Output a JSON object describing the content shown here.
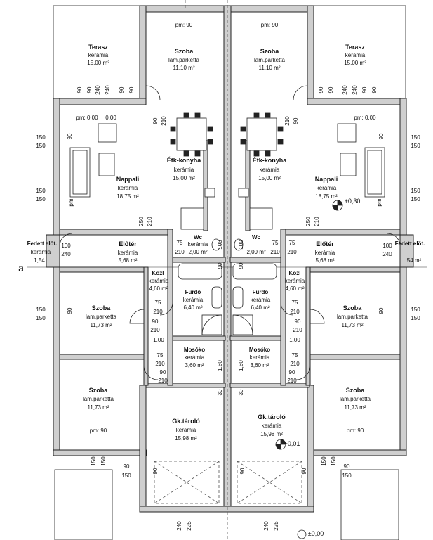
{
  "rooms": [
    {
      "id": "terasz-l",
      "name": "Terasz",
      "floor": "kerámia",
      "area": "15,00 m²"
    },
    {
      "id": "szoba-top-l",
      "name": "Szoba",
      "floor": "lam.parketta",
      "area": "11,10 m²"
    },
    {
      "id": "szoba-top-r",
      "name": "Szoba",
      "floor": "lam.parketta",
      "area": "11,10 m²"
    },
    {
      "id": "terasz-r",
      "name": "Terasz",
      "floor": "kerámia",
      "area": "15,00 m²"
    },
    {
      "id": "etk-l",
      "name": "Étk-konyha",
      "floor": "kerámia",
      "area": "15,00 m²"
    },
    {
      "id": "etk-r",
      "name": "Étk-konyha",
      "floor": "kerámia",
      "area": "15,00 m²"
    },
    {
      "id": "nappali-l",
      "name": "Nappali",
      "floor": "kerámia",
      "area": "18,75 m²"
    },
    {
      "id": "nappali-r",
      "name": "Nappali",
      "floor": "kerámia",
      "area": "18,75 m²"
    },
    {
      "id": "eloter-l",
      "name": "Előtér",
      "floor": "kerámia",
      "area": "5,68 m²"
    },
    {
      "id": "eloter-r",
      "name": "Előtér",
      "floor": "kerámia",
      "area": "5,68 m²"
    },
    {
      "id": "fedett-l",
      "name": "Fedett elöt.",
      "floor": "kerámia",
      "area": "1,54"
    },
    {
      "id": "fedett-r",
      "name": "Fedett elöt.",
      "floor": "",
      "area": "54 m²"
    },
    {
      "id": "wc-l",
      "name": "Wc",
      "floor": "kerámia",
      "area": "2,00 m²"
    },
    {
      "id": "wc-r",
      "name": "Wc",
      "floor": "",
      "area": "2,00 m²"
    },
    {
      "id": "kozl-l",
      "name": "Közl",
      "floor": "kerámia",
      "area": "4,60 m²"
    },
    {
      "id": "kozl-r",
      "name": "Közl",
      "floor": "kerámia",
      "area": "4,60 m²"
    },
    {
      "id": "furdo-l",
      "name": "Fürdő",
      "floor": "kerámia",
      "area": "6,40 m²"
    },
    {
      "id": "furdo-r",
      "name": "Fürdő",
      "floor": "kerámia",
      "area": "6,40 m²"
    },
    {
      "id": "szoba-mid-l",
      "name": "Szoba",
      "floor": "lam.parketta",
      "area": "11,73 m²"
    },
    {
      "id": "szoba-mid-r",
      "name": "Szoba",
      "floor": "lam.parketta",
      "area": "11,73 m²"
    },
    {
      "id": "mosoko-l",
      "name": "Mosóko",
      "floor": "kerámia",
      "area": "3,60 m²"
    },
    {
      "id": "mosoko-r",
      "name": "Mosóko",
      "floor": "kerámia",
      "area": "3,60 m²"
    },
    {
      "id": "szoba-bot-l",
      "name": "Szoba",
      "floor": "lam.parketta",
      "area": "11,73 m²"
    },
    {
      "id": "szoba-bot-r",
      "name": "Szoba",
      "floor": "lam.parketta",
      "area": "11,73 m²"
    },
    {
      "id": "gk-l",
      "name": "Gk.tároló",
      "floor": "kerámia",
      "area": "15,98 m²"
    },
    {
      "id": "gk-r",
      "name": "Gk.tároló",
      "floor": "kerámia",
      "area": "15,98 m²"
    }
  ],
  "labels": {
    "pm_90": "pm: 90",
    "pm_000": "pm: 0,00",
    "pm_000_short": "0,00",
    "pm": "pm",
    "level_030": "+0,30",
    "level_001": "+0,01",
    "level_000": "±0,00",
    "axis_a": "a"
  },
  "dims": [
    "90",
    "240",
    "150",
    "210",
    "75",
    "100",
    "250",
    "1,00",
    "1,60",
    "30",
    "225"
  ]
}
